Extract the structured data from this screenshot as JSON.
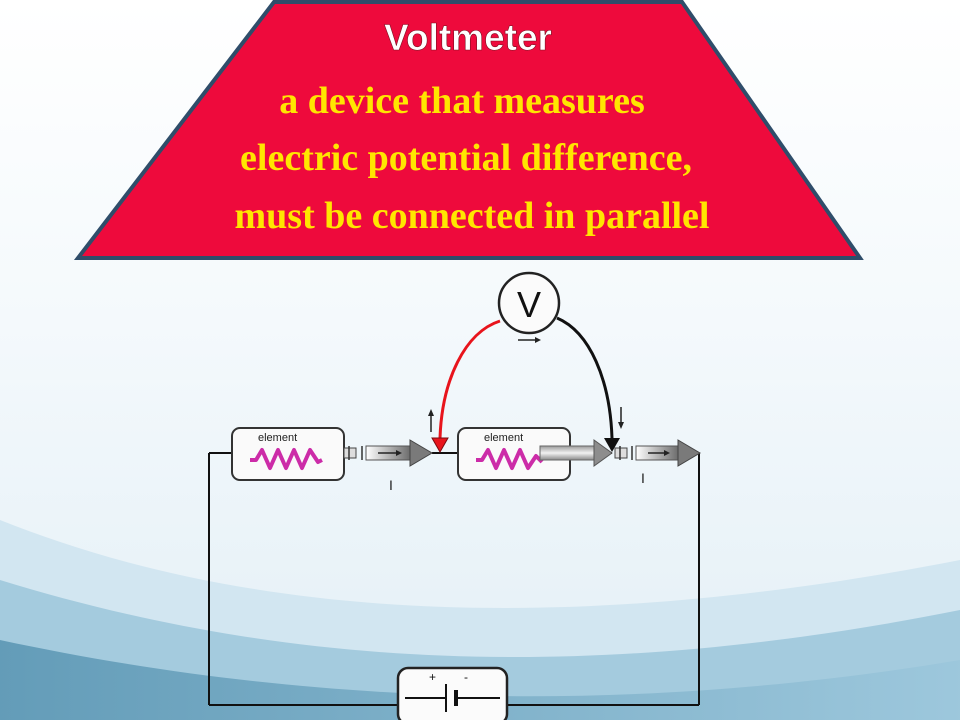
{
  "slide": {
    "title": "Voltmeter",
    "lines": [
      "a device that measures",
      "electric potential difference,",
      "must be connected in parallel"
    ]
  },
  "diagram": {
    "meter_symbol": "V",
    "element_label_1": "element",
    "element_label_2": "element",
    "current_label_1": "I",
    "current_label_2": "I",
    "battery_plus": "+",
    "battery_minus": "-"
  },
  "colors": {
    "banner_fill": "#ee0a3c",
    "banner_border": "#2f4d6a",
    "body_text": "#ffe600",
    "title_text": "#ffffff",
    "positive_lead": "#e8141c",
    "negative_lead": "#111111",
    "resistor": "#cc2ca8"
  }
}
